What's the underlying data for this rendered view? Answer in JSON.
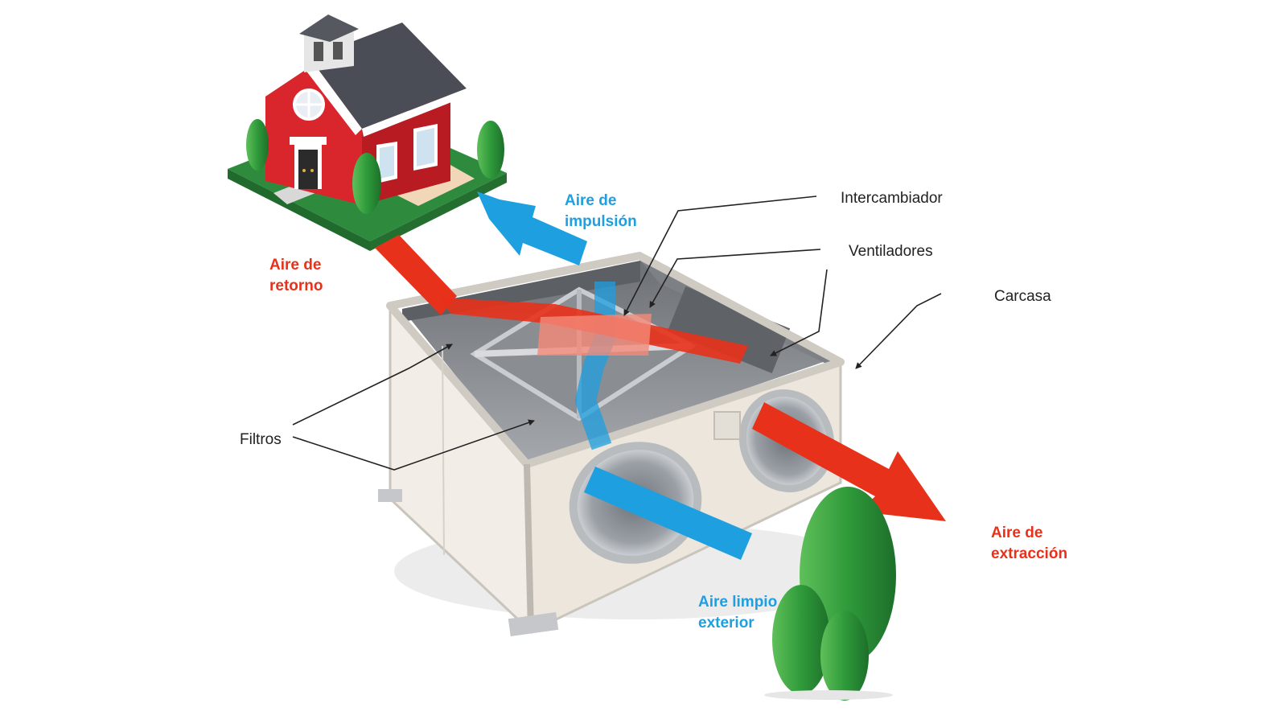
{
  "colors": {
    "return_air": "#e8311a",
    "supply_air": "#1e9fe0",
    "label_dark": "#222222",
    "grass": "#2e8b3d",
    "house_wall": "#d9262c",
    "roof": "#4a4d55",
    "tree": "#2f9a3a",
    "casing": "#f2ede6",
    "casing_edge": "#c9c4bc"
  },
  "labels": {
    "return_air": {
      "line1": "Aire de",
      "line2": "retorno"
    },
    "supply_air": {
      "line1": "Aire de",
      "line2": "impulsión"
    },
    "outdoor_air": {
      "line1": "Aire limpio",
      "line2": "exterior"
    },
    "exhaust_air": {
      "line1": "Aire de",
      "line2": "extracción"
    },
    "exchanger": "Intercambiador",
    "fans": "Ventiladores",
    "casing": "Carcasa",
    "filters": "Filtros"
  },
  "icons": [
    "house-icon",
    "tree-icon",
    "ventilation-unit-illustration",
    "arrow-icon"
  ]
}
